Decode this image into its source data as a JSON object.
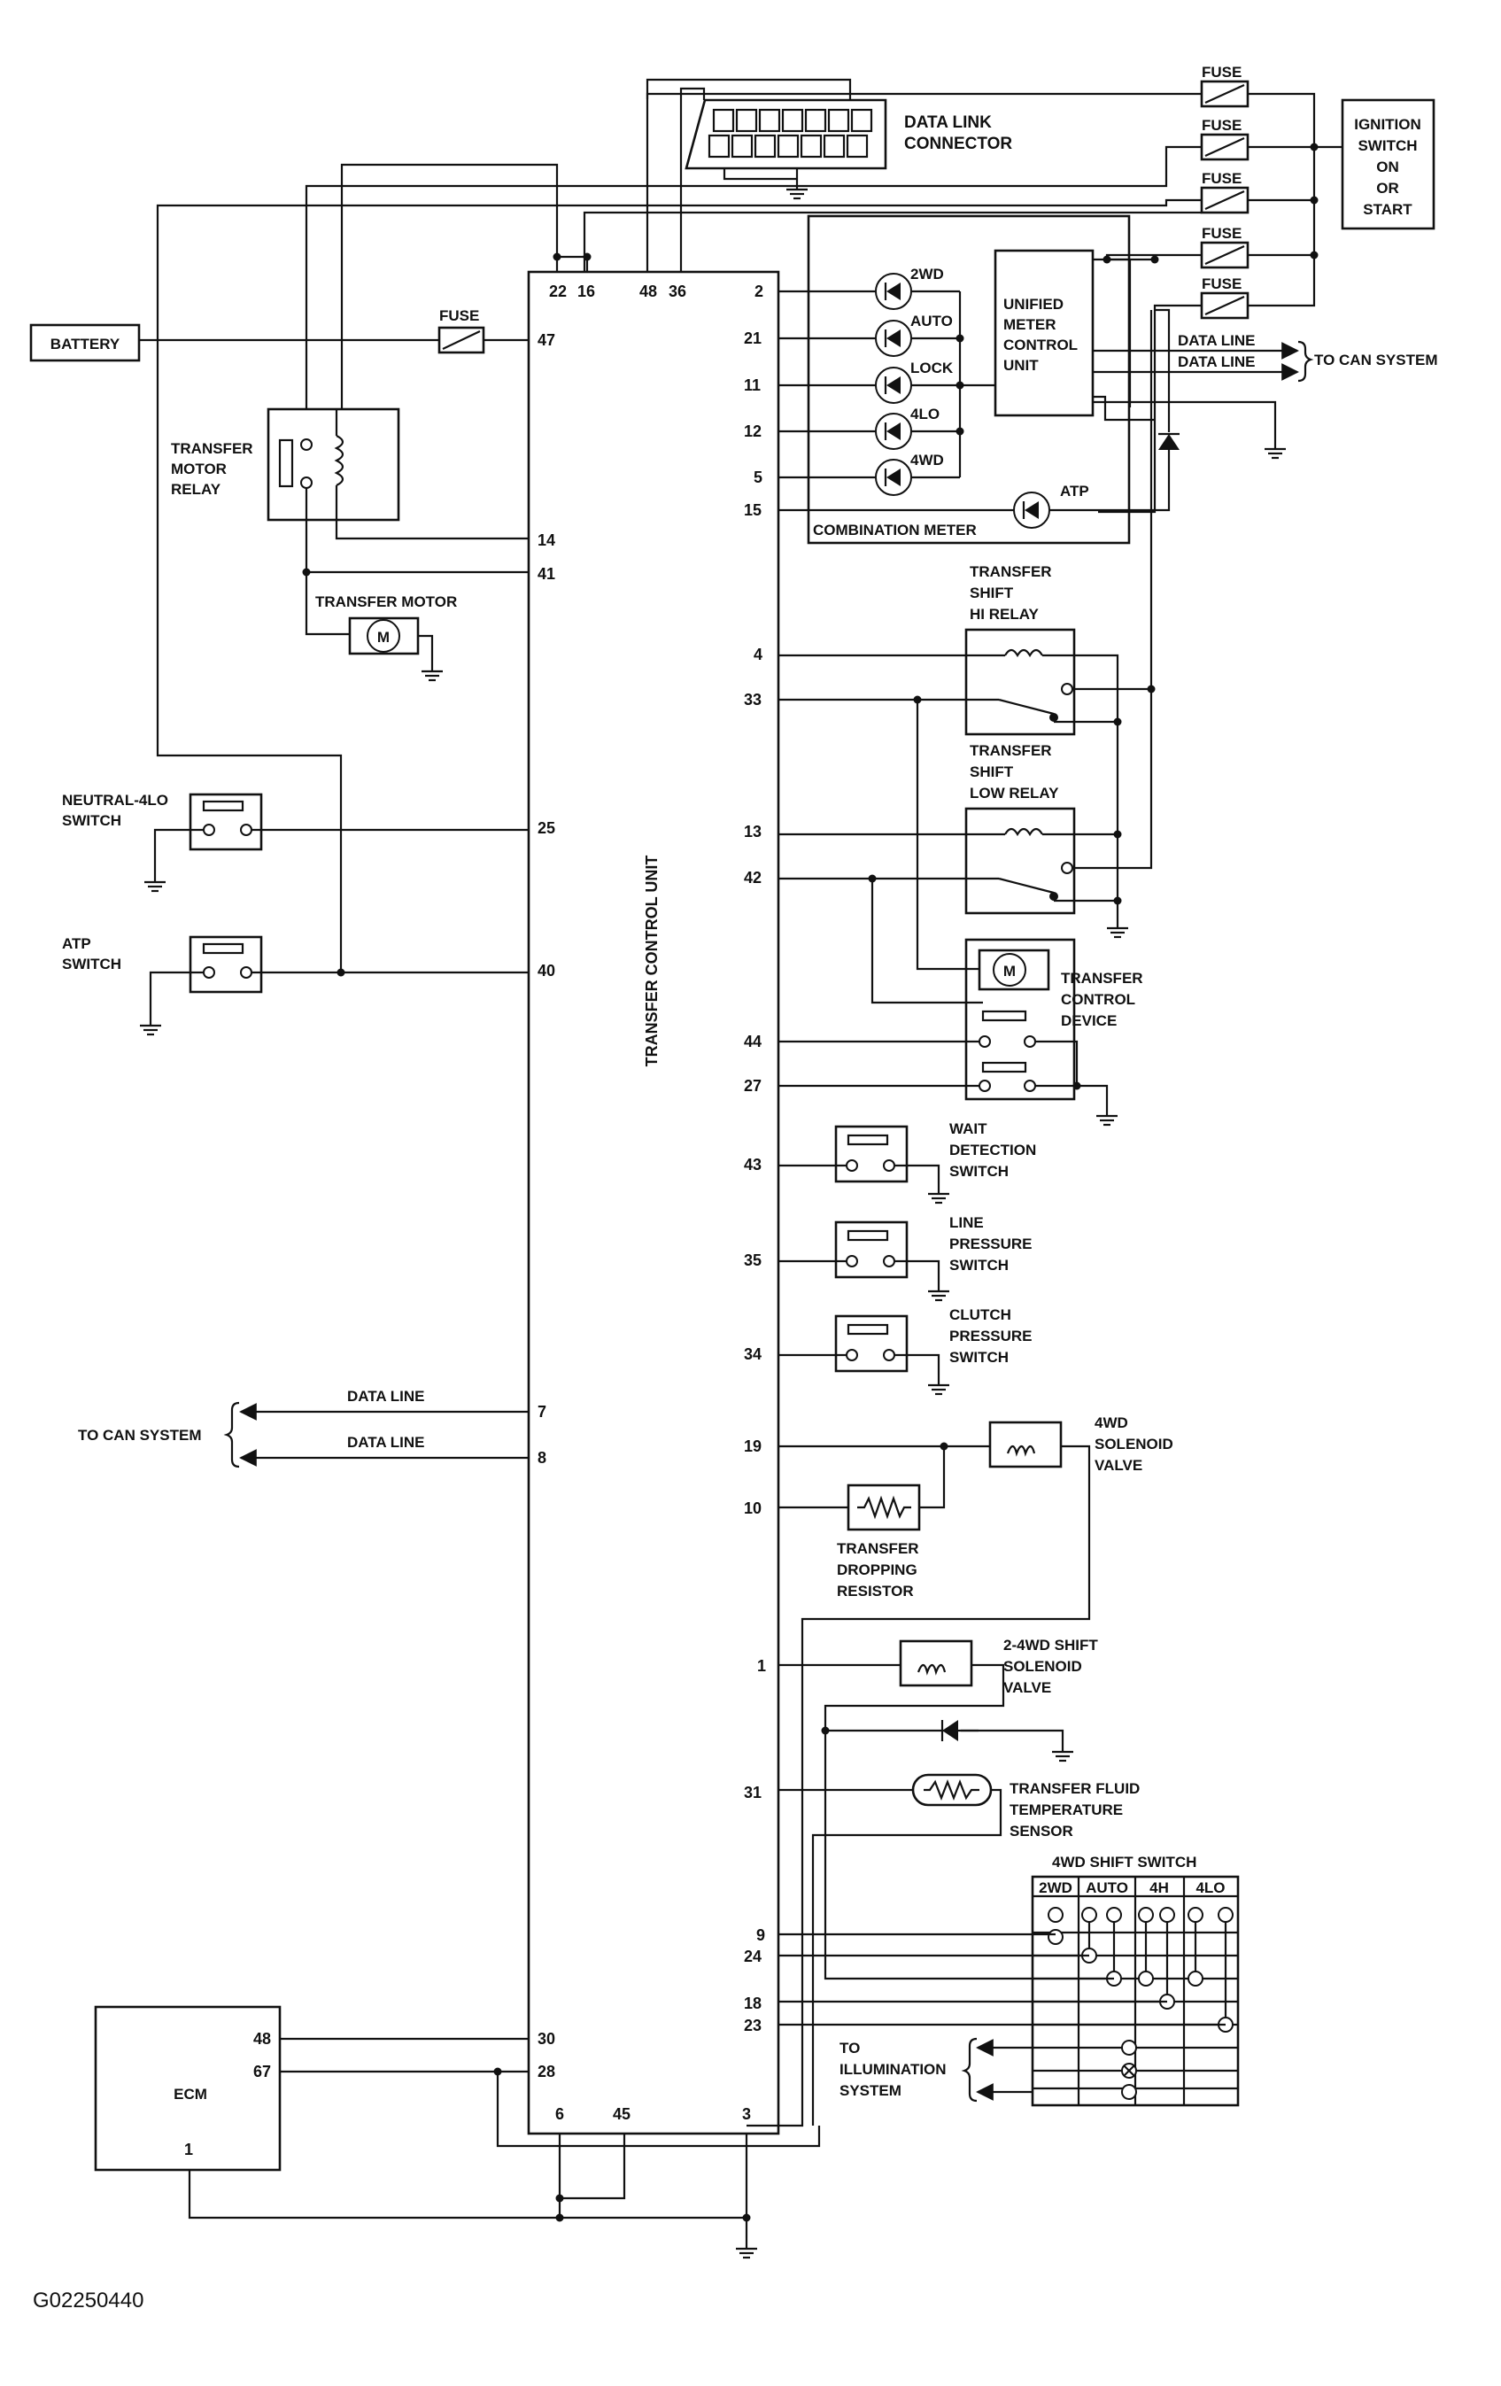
{
  "diagram_code": "G02250440",
  "tcu": {
    "name": "TRANSFER CONTROL UNIT",
    "top_pins": [
      "22",
      "16",
      "48",
      "36"
    ],
    "bottom_pins": [
      "6",
      "45",
      "3"
    ],
    "left_pins": [
      "47",
      "14",
      "41",
      "25",
      "40",
      "7",
      "8",
      "30",
      "28"
    ],
    "right_pins": [
      "2",
      "21",
      "11",
      "12",
      "5",
      "15",
      "4",
      "33",
      "13",
      "42",
      "44",
      "27",
      "43",
      "35",
      "34",
      "19",
      "10",
      "1",
      "31",
      "9",
      "24",
      "18",
      "23"
    ]
  },
  "labels": {
    "fuse": "FUSE",
    "data_link_connector": [
      "DATA LINK",
      "CONNECTOR"
    ],
    "ignition_switch": [
      "IGNITION",
      "SWITCH",
      "ON",
      "OR",
      "START"
    ],
    "battery": "BATTERY",
    "transfer_motor_relay": [
      "TRANSFER",
      "MOTOR",
      "RELAY"
    ],
    "transfer_motor": "TRANSFER MOTOR",
    "motor_symbol": "M",
    "neutral_4lo_switch": [
      "NEUTRAL-4LO",
      "SWITCH"
    ],
    "atp_switch": [
      "ATP",
      "SWITCH"
    ],
    "data_line": "DATA LINE",
    "to_can_system": "TO CAN SYSTEM",
    "ecm": "ECM",
    "ecm_pins": [
      "48",
      "67",
      "1"
    ],
    "combination_meter": "COMBINATION METER",
    "unified_meter": [
      "UNIFIED",
      "METER",
      "CONTROL",
      "UNIT"
    ],
    "indicators": [
      "2WD",
      "AUTO",
      "LOCK",
      "4LO",
      "4WD",
      "ATP"
    ],
    "transfer_shift_hi_relay": [
      "TRANSFER",
      "SHIFT",
      "HI RELAY"
    ],
    "transfer_shift_low_relay": [
      "TRANSFER",
      "SHIFT",
      "LOW RELAY"
    ],
    "transfer_control_device": [
      "TRANSFER",
      "CONTROL",
      "DEVICE"
    ],
    "wait_detection_switch": [
      "WAIT",
      "DETECTION",
      "SWITCH"
    ],
    "line_pressure_switch": [
      "LINE",
      "PRESSURE",
      "SWITCH"
    ],
    "clutch_pressure_switch": [
      "CLUTCH",
      "PRESSURE",
      "SWITCH"
    ],
    "solenoid_4wd": [
      "4WD",
      "SOLENOID",
      "VALVE"
    ],
    "dropping_resistor": [
      "TRANSFER",
      "DROPPING",
      "RESISTOR"
    ],
    "shift_solenoid_2_4wd": [
      "2-4WD SHIFT",
      "SOLENOID",
      "VALVE"
    ],
    "fluid_temp_sensor": [
      "TRANSFER FLUID",
      "TEMPERATURE",
      "SENSOR"
    ],
    "shift_switch_title": "4WD SHIFT SWITCH",
    "shift_switch_cols": [
      "2WD",
      "AUTO",
      "4H",
      "4LO"
    ],
    "to_illumination": [
      "TO",
      "ILLUMINATION",
      "SYSTEM"
    ]
  }
}
